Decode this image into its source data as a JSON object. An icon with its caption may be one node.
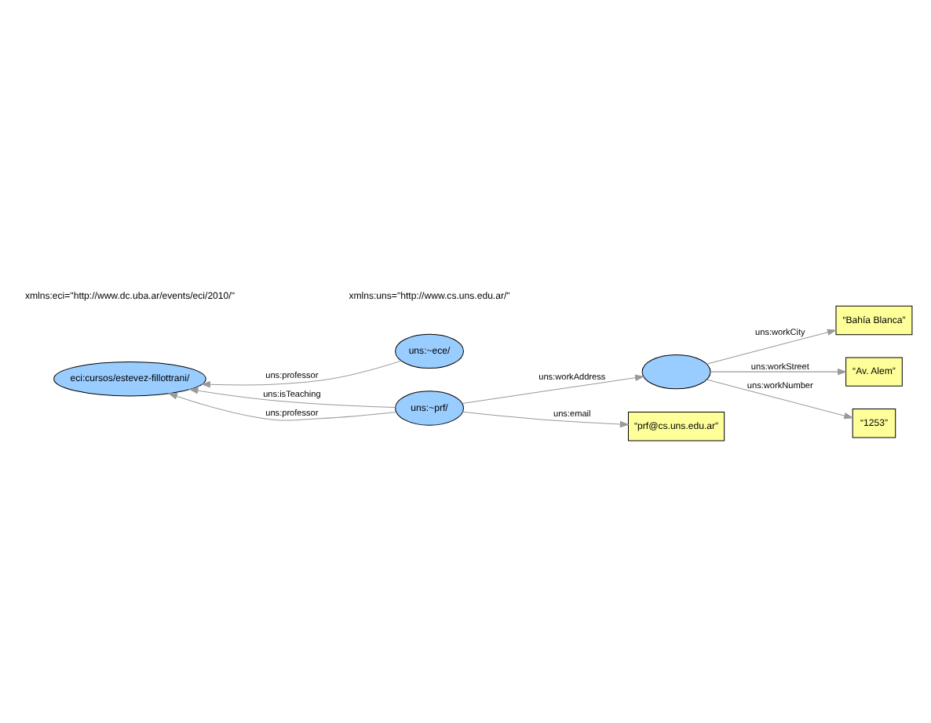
{
  "diagram": {
    "nodes": [
      {
        "text": [
          "eci:cursos/estevez-fillottrani/"
        ]
      },
      {
        "text": [
          "uns:~ece/"
        ]
      },
      {
        "text": [
          "uns:~prf/"
        ]
      },
      {
        "text": [],
        "shape": "ellipse"
      },
      {
        "text": [
          "“Bahía Blanca”"
        ]
      },
      {
        "text": [
          "“Av. Alem”"
        ]
      },
      {
        "text": [
          "“1253”"
        ]
      },
      {
        "text": [
          "“prf@cs.uns.edu.ar”"
        ]
      }
    ],
    "edges": [
      {
        "from": 1,
        "to": 0,
        "arrow": "to",
        "label": "uns:professor"
      },
      {
        "from": 2,
        "to": 0,
        "arrow": "to",
        "label": "uns:isTeaching"
      },
      {
        "from": 2,
        "to": 0,
        "arrow": "to",
        "label": "uns:professor"
      },
      {
        "from": 2,
        "to": 3,
        "arrow": "to",
        "label": "uns:workAddress"
      },
      {
        "from": 3,
        "to": 4,
        "arrow": "to",
        "label": "uns:workCity"
      },
      {
        "from": 3,
        "to": 5,
        "arrow": "to",
        "label": "uns:workStreet"
      },
      {
        "from": 3,
        "to": 6,
        "arrow": "to",
        "label": "uns:workNumber"
      },
      {
        "from": 2,
        "to": 7,
        "arrow": "to",
        "label": "uns:email"
      }
    ],
    "labels": [
      "xmlns:eci=\"http://www.dc.uba.ar/events/eci/2010/\"",
      "xmlns:uns=\"http://www.cs.uns.edu.ar/\""
    ]
  }
}
